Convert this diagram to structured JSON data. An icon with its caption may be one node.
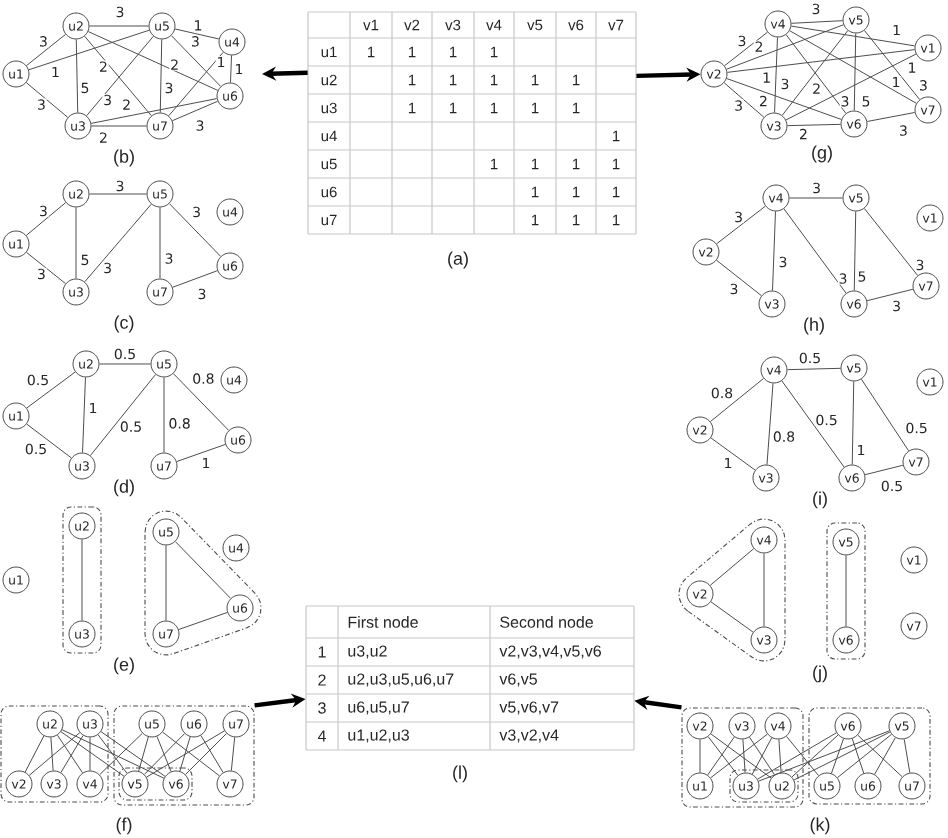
{
  "diagram": {
    "nodes": [
      {
        "text": [
          "u1"
        ]
      },
      {
        "text": [
          "u2"
        ]
      },
      {
        "text": [
          "u3"
        ]
      },
      {
        "text": [
          "u4"
        ]
      },
      {
        "text": [
          "u5"
        ]
      },
      {
        "text": [
          "u6"
        ]
      },
      {
        "text": [
          "u7"
        ]
      },
      {
        "text": [
          "u1"
        ]
      },
      {
        "text": [
          "u2"
        ]
      },
      {
        "text": [
          "u3"
        ]
      },
      {
        "text": [
          "u4"
        ]
      },
      {
        "text": [
          "u5"
        ]
      },
      {
        "text": [
          "u6"
        ]
      },
      {
        "text": [
          "u7"
        ]
      },
      {
        "text": [
          "u1"
        ]
      },
      {
        "text": [
          "u2"
        ]
      },
      {
        "text": [
          "u3"
        ]
      },
      {
        "text": [
          "u4"
        ]
      },
      {
        "text": [
          "u5"
        ]
      },
      {
        "text": [
          "u6"
        ]
      },
      {
        "text": [
          "u7"
        ]
      },
      {
        "text": [],
        "shape": "box"
      },
      {
        "text": [],
        "shape": "triangle"
      },
      {
        "text": [
          "u1"
        ]
      },
      {
        "text": [
          "u2"
        ],
        "in": 21
      },
      {
        "text": [
          "u3"
        ],
        "in": 21
      },
      {
        "text": [
          "u4"
        ]
      },
      {
        "text": [
          "u5"
        ],
        "in": 22
      },
      {
        "text": [
          "u6"
        ],
        "in": 22
      },
      {
        "text": [
          "u7"
        ],
        "in": 22
      },
      {
        "text": [],
        "shape": "box"
      },
      {
        "text": [],
        "shape": "box"
      },
      {
        "text": [],
        "shape": "box",
        "in": 31
      },
      {
        "text": [
          "u2"
        ],
        "in": 30
      },
      {
        "text": [
          "u3"
        ],
        "in": 30
      },
      {
        "text": [
          "u5"
        ],
        "in": 31
      },
      {
        "text": [
          "u6"
        ],
        "in": 31
      },
      {
        "text": [
          "u7"
        ],
        "in": 31
      },
      {
        "text": [
          "v2"
        ],
        "in": 30
      },
      {
        "text": [
          "v3"
        ],
        "in": 30
      },
      {
        "text": [
          "v4"
        ],
        "in": 30
      },
      {
        "text": [
          "v5"
        ],
        "in": 32
      },
      {
        "text": [
          "v6"
        ],
        "in": 32
      },
      {
        "text": [
          "v7"
        ],
        "in": 31
      },
      {
        "text": [
          "v1"
        ]
      },
      {
        "text": [
          "v2"
        ]
      },
      {
        "text": [
          "v3"
        ]
      },
      {
        "text": [
          "v4"
        ]
      },
      {
        "text": [
          "v5"
        ]
      },
      {
        "text": [
          "v6"
        ]
      },
      {
        "text": [
          "v7"
        ]
      },
      {
        "text": [
          "v1"
        ]
      },
      {
        "text": [
          "v2"
        ]
      },
      {
        "text": [
          "v3"
        ]
      },
      {
        "text": [
          "v4"
        ]
      },
      {
        "text": [
          "v5"
        ]
      },
      {
        "text": [
          "v6"
        ]
      },
      {
        "text": [
          "v7"
        ]
      },
      {
        "text": [
          "v1"
        ]
      },
      {
        "text": [
          "v2"
        ]
      },
      {
        "text": [
          "v3"
        ]
      },
      {
        "text": [
          "v4"
        ]
      },
      {
        "text": [
          "v5"
        ]
      },
      {
        "text": [
          "v6"
        ]
      },
      {
        "text": [
          "v7"
        ]
      },
      {
        "text": [],
        "shape": "triangle"
      },
      {
        "text": [],
        "shape": "box"
      },
      {
        "text": [
          "v1"
        ]
      },
      {
        "text": [
          "v2"
        ],
        "in": 65
      },
      {
        "text": [
          "v3"
        ],
        "in": 65
      },
      {
        "text": [
          "v4"
        ],
        "in": 65
      },
      {
        "text": [
          "v5"
        ],
        "in": 66
      },
      {
        "text": [
          "v6"
        ],
        "in": 66
      },
      {
        "text": [
          "v7"
        ]
      },
      {
        "text": [],
        "shape": "box"
      },
      {
        "text": [],
        "shape": "box",
        "in": 74
      },
      {
        "text": [],
        "shape": "box"
      },
      {
        "text": [
          "v2"
        ],
        "in": 74
      },
      {
        "text": [
          "v3"
        ],
        "in": 74
      },
      {
        "text": [
          "v4"
        ],
        "in": 74
      },
      {
        "text": [
          "v5"
        ],
        "in": 76
      },
      {
        "text": [
          "v6"
        ],
        "in": 76
      },
      {
        "text": [
          "u1"
        ],
        "in": 74
      },
      {
        "text": [
          "u2"
        ],
        "in": 75
      },
      {
        "text": [
          "u3"
        ],
        "in": 75
      },
      {
        "text": [
          "u5"
        ],
        "in": 76
      },
      {
        "text": [
          "u6"
        ],
        "in": 76
      },
      {
        "text": [
          "u7"
        ],
        "in": 76
      },
      {
        "text": [
          "v1",
          "v2",
          "v3",
          "v4",
          "v5",
          "v6",
          "v7",
          "u1",
          "1",
          "1",
          "1",
          "1",
          "u2",
          "1",
          "1",
          "1",
          "1",
          "1",
          "u3",
          "1",
          "1",
          "1",
          "1",
          "1",
          "u4",
          "1",
          "u5",
          "1",
          "1",
          "1",
          "1",
          "u6",
          "1",
          "1",
          "1",
          "u7",
          "1",
          "1",
          "1"
        ],
        "beside": [
          "(a)"
        ]
      },
      {
        "text": [
          "First node",
          "Second node",
          "1",
          "u3,u2",
          "v2,v3,v4,v5,v6",
          "2",
          "u2,u3,u5,u6,u7",
          "v6,v5",
          "3",
          "u6,u5,u7",
          "v5,v6,v7",
          "4",
          "u1,u2,u3",
          "v3,v2,v4"
        ],
        "beside": [
          "(l)"
        ]
      }
    ],
    "edges": [
      {
        "from": 0,
        "to": 1,
        "arrow": "none",
        "label": "3"
      },
      {
        "from": 0,
        "to": 2,
        "arrow": "none",
        "label": "3"
      },
      {
        "from": 0,
        "to": 4,
        "arrow": "none",
        "label": "1"
      },
      {
        "from": 1,
        "to": 2,
        "arrow": "none",
        "label": "5"
      },
      {
        "from": 1,
        "to": 4,
        "arrow": "none",
        "label": "3"
      },
      {
        "from": 1,
        "to": 5,
        "arrow": "none",
        "label": "2"
      },
      {
        "from": 1,
        "to": 6,
        "arrow": "none",
        "label": "2"
      },
      {
        "from": 2,
        "to": 4,
        "arrow": "none",
        "label": "3"
      },
      {
        "from": 2,
        "to": 5,
        "arrow": "none",
        "label": "2"
      },
      {
        "from": 2,
        "to": 6,
        "arrow": "none",
        "label": "2"
      },
      {
        "from": 3,
        "to": 4,
        "arrow": "none",
        "label": "1"
      },
      {
        "from": 3,
        "to": 5,
        "arrow": "none",
        "label": "1"
      },
      {
        "from": 3,
        "to": 6,
        "arrow": "none",
        "label": "1"
      },
      {
        "from": 4,
        "to": 5,
        "arrow": "none",
        "label": "3"
      },
      {
        "from": 4,
        "to": 6,
        "arrow": "none",
        "label": "3"
      },
      {
        "from": 5,
        "to": 6,
        "arrow": "none",
        "label": "3"
      },
      {
        "from": 7,
        "to": 8,
        "arrow": "none",
        "label": "3"
      },
      {
        "from": 7,
        "to": 9,
        "arrow": "none",
        "label": "3"
      },
      {
        "from": 8,
        "to": 9,
        "arrow": "none",
        "label": "5"
      },
      {
        "from": 8,
        "to": 11,
        "arrow": "none",
        "label": "3"
      },
      {
        "from": 9,
        "to": 11,
        "arrow": "none",
        "label": "3"
      },
      {
        "from": 11,
        "to": 12,
        "arrow": "none",
        "label": "3"
      },
      {
        "from": 11,
        "to": 13,
        "arrow": "none",
        "label": "3"
      },
      {
        "from": 12,
        "to": 13,
        "arrow": "none",
        "label": "3"
      },
      {
        "from": 14,
        "to": 15,
        "arrow": "none",
        "label": "0.5"
      },
      {
        "from": 14,
        "to": 16,
        "arrow": "none",
        "label": "0.5"
      },
      {
        "from": 15,
        "to": 16,
        "arrow": "none",
        "label": "1"
      },
      {
        "from": 15,
        "to": 18,
        "arrow": "none",
        "label": "0.5"
      },
      {
        "from": 16,
        "to": 18,
        "arrow": "none",
        "label": "0.5"
      },
      {
        "from": 18,
        "to": 19,
        "arrow": "none",
        "label": "0.8"
      },
      {
        "from": 18,
        "to": 20,
        "arrow": "none",
        "label": "0.8"
      },
      {
        "from": 19,
        "to": 20,
        "arrow": "none",
        "label": "1"
      },
      {
        "from": 24,
        "to": 25,
        "arrow": "none"
      },
      {
        "from": 27,
        "to": 28,
        "arrow": "none"
      },
      {
        "from": 27,
        "to": 29,
        "arrow": "none"
      },
      {
        "from": 28,
        "to": 29,
        "arrow": "none"
      },
      {
        "from": 33,
        "to": 38,
        "arrow": "none"
      },
      {
        "from": 33,
        "to": 39,
        "arrow": "none"
      },
      {
        "from": 33,
        "to": 40,
        "arrow": "none"
      },
      {
        "from": 33,
        "to": 41,
        "arrow": "none"
      },
      {
        "from": 33,
        "to": 42,
        "arrow": "none"
      },
      {
        "from": 34,
        "to": 38,
        "arrow": "none"
      },
      {
        "from": 34,
        "to": 39,
        "arrow": "none"
      },
      {
        "from": 34,
        "to": 40,
        "arrow": "none"
      },
      {
        "from": 34,
        "to": 41,
        "arrow": "none"
      },
      {
        "from": 34,
        "to": 42,
        "arrow": "none"
      },
      {
        "from": 35,
        "to": 40,
        "arrow": "none"
      },
      {
        "from": 35,
        "to": 41,
        "arrow": "none"
      },
      {
        "from": 35,
        "to": 42,
        "arrow": "none"
      },
      {
        "from": 35,
        "to": 43,
        "arrow": "none"
      },
      {
        "from": 36,
        "to": 41,
        "arrow": "none"
      },
      {
        "from": 36,
        "to": 42,
        "arrow": "none"
      },
      {
        "from": 36,
        "to": 43,
        "arrow": "none"
      },
      {
        "from": 37,
        "to": 41,
        "arrow": "none"
      },
      {
        "from": 37,
        "to": 42,
        "arrow": "none"
      },
      {
        "from": 37,
        "to": 43,
        "arrow": "none"
      },
      {
        "from": 44,
        "to": 45,
        "arrow": "none",
        "label": "1"
      },
      {
        "from": 44,
        "to": 46,
        "arrow": "none",
        "label": "1"
      },
      {
        "from": 44,
        "to": 47,
        "arrow": "none",
        "label": "1"
      },
      {
        "from": 45,
        "to": 46,
        "arrow": "none",
        "label": "3"
      },
      {
        "from": 45,
        "to": 47,
        "arrow": "none",
        "label": "3"
      },
      {
        "from": 45,
        "to": 48,
        "arrow": "none",
        "label": "2"
      },
      {
        "from": 45,
        "to": 49,
        "arrow": "none",
        "label": "2"
      },
      {
        "from": 46,
        "to": 47,
        "arrow": "none",
        "label": "3"
      },
      {
        "from": 46,
        "to": 48,
        "arrow": "none",
        "label": "2"
      },
      {
        "from": 46,
        "to": 49,
        "arrow": "none",
        "label": "2"
      },
      {
        "from": 47,
        "to": 48,
        "arrow": "none",
        "label": "3"
      },
      {
        "from": 47,
        "to": 49,
        "arrow": "none",
        "label": "3"
      },
      {
        "from": 47,
        "to": 50,
        "arrow": "none",
        "label": "1"
      },
      {
        "from": 48,
        "to": 49,
        "arrow": "none",
        "label": "5"
      },
      {
        "from": 48,
        "to": 50,
        "arrow": "none",
        "label": "3"
      },
      {
        "from": 49,
        "to": 50,
        "arrow": "none",
        "label": "3"
      },
      {
        "from": 52,
        "to": 53,
        "arrow": "none",
        "label": "3"
      },
      {
        "from": 52,
        "to": 54,
        "arrow": "none",
        "label": "3"
      },
      {
        "from": 53,
        "to": 54,
        "arrow": "none",
        "label": "3"
      },
      {
        "from": 54,
        "to": 55,
        "arrow": "none",
        "label": "3"
      },
      {
        "from": 54,
        "to": 56,
        "arrow": "none",
        "label": "3"
      },
      {
        "from": 55,
        "to": 56,
        "arrow": "none",
        "label": "5"
      },
      {
        "from": 55,
        "to": 57,
        "arrow": "none",
        "label": "3"
      },
      {
        "from": 56,
        "to": 57,
        "arrow": "none",
        "label": "3"
      },
      {
        "from": 59,
        "to": 60,
        "arrow": "none",
        "label": "1"
      },
      {
        "from": 59,
        "to": 61,
        "arrow": "none",
        "label": "0.8"
      },
      {
        "from": 60,
        "to": 61,
        "arrow": "none",
        "label": "0.8"
      },
      {
        "from": 61,
        "to": 62,
        "arrow": "none",
        "label": "0.5"
      },
      {
        "from": 61,
        "to": 63,
        "arrow": "none",
        "label": "0.5"
      },
      {
        "from": 62,
        "to": 63,
        "arrow": "none",
        "label": "1"
      },
      {
        "from": 62,
        "to": 64,
        "arrow": "none",
        "label": "0.5"
      },
      {
        "from": 63,
        "to": 64,
        "arrow": "none",
        "label": "0.5"
      },
      {
        "from": 68,
        "to": 69,
        "arrow": "none"
      },
      {
        "from": 68,
        "to": 70,
        "arrow": "none"
      },
      {
        "from": 69,
        "to": 70,
        "arrow": "none"
      },
      {
        "from": 71,
        "to": 72,
        "arrow": "none"
      },
      {
        "from": 77,
        "to": 82,
        "arrow": "none"
      },
      {
        "from": 77,
        "to": 83,
        "arrow": "none"
      },
      {
        "from": 77,
        "to": 84,
        "arrow": "none"
      },
      {
        "from": 78,
        "to": 82,
        "arrow": "none"
      },
      {
        "from": 78,
        "to": 83,
        "arrow": "none"
      },
      {
        "from": 78,
        "to": 84,
        "arrow": "none"
      },
      {
        "from": 79,
        "to": 82,
        "arrow": "none"
      },
      {
        "from": 79,
        "to": 83,
        "arrow": "none"
      },
      {
        "from": 79,
        "to": 84,
        "arrow": "none"
      },
      {
        "from": 79,
        "to": 85,
        "arrow": "none"
      },
      {
        "from": 80,
        "to": 83,
        "arrow": "none"
      },
      {
        "from": 80,
        "to": 84,
        "arrow": "none"
      },
      {
        "from": 80,
        "to": 85,
        "arrow": "none"
      },
      {
        "from": 80,
        "to": 86,
        "arrow": "none"
      },
      {
        "from": 80,
        "to": 87,
        "arrow": "none"
      },
      {
        "from": 81,
        "to": 83,
        "arrow": "none"
      },
      {
        "from": 81,
        "to": 84,
        "arrow": "none"
      },
      {
        "from": 81,
        "to": 85,
        "arrow": "none"
      },
      {
        "from": 81,
        "to": 86,
        "arrow": "none"
      },
      {
        "from": 81,
        "to": 87,
        "arrow": "none"
      },
      {
        "from": 31,
        "to": 89,
        "arrow": "to",
        "style": "thick"
      },
      {
        "from": 74,
        "to": 89,
        "arrow": "to",
        "style": "thick"
      },
      {
        "from": 88,
        "to": null,
        "arrow": "to",
        "style": "thick"
      },
      {
        "from": 88,
        "to": 45,
        "arrow": "to",
        "style": "thick"
      }
    ],
    "labels": [
      "(b)",
      "(g)",
      "(c)",
      "(h)",
      "(d)",
      "(i)",
      "(e)",
      "(j)",
      "(f)",
      "(k)"
    ]
  }
}
